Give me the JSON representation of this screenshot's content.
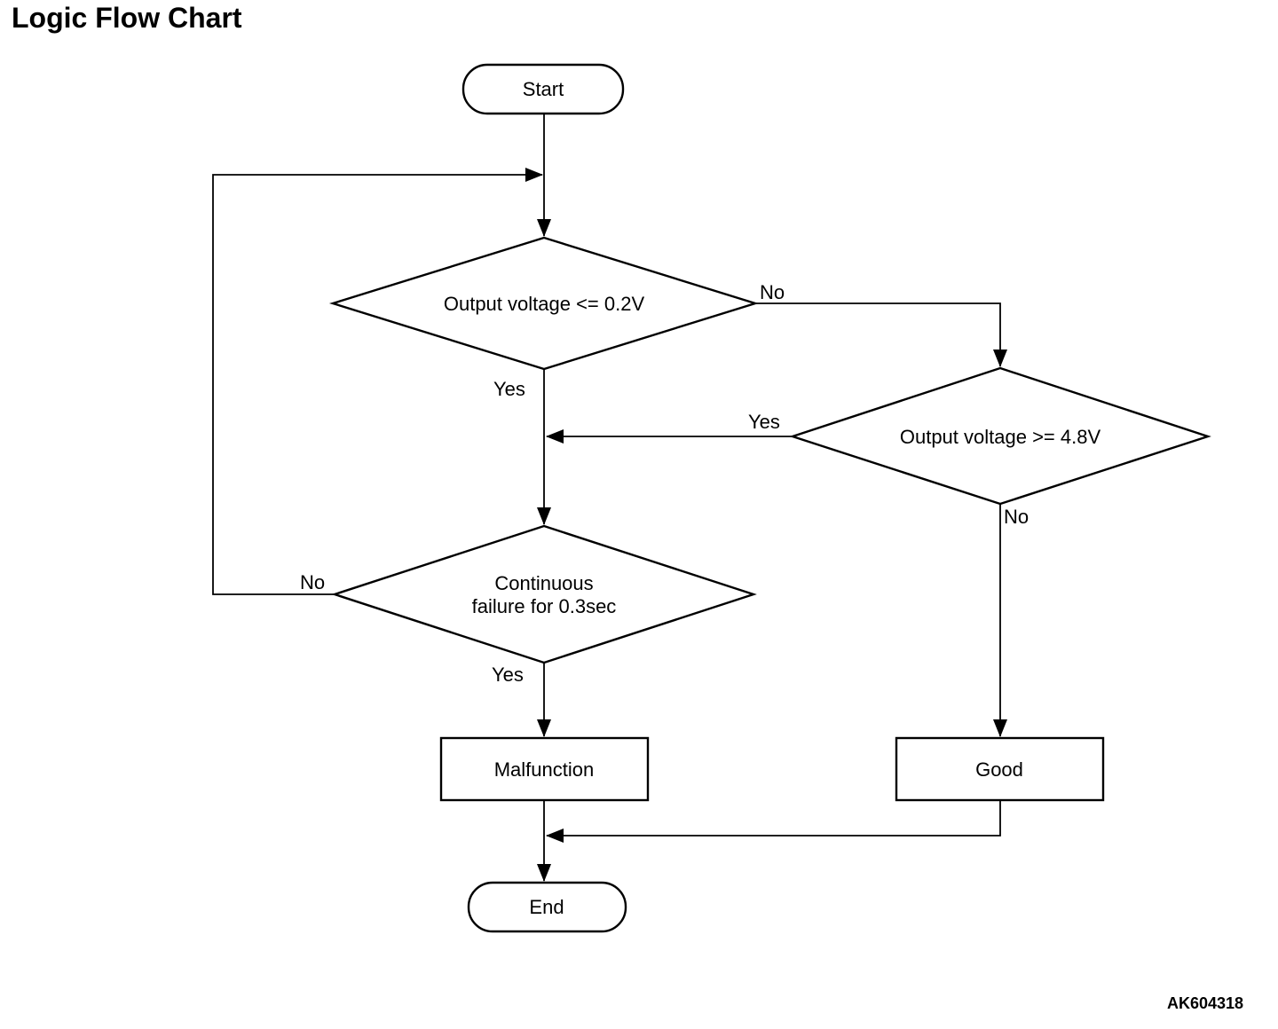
{
  "page": {
    "title": "Logic Flow Chart",
    "figure_code": "AK604318",
    "background_color": "#ffffff",
    "line_color": "#000000",
    "text_color": "#000000"
  },
  "flowchart": {
    "nodes": {
      "start": {
        "type": "terminator",
        "label": "Start"
      },
      "check_output_low": {
        "type": "decision",
        "label": "Output voltage <= 0.2V"
      },
      "check_output_high": {
        "type": "decision",
        "label": "Output voltage >= 4.8V"
      },
      "check_continuous": {
        "type": "decision",
        "label_line1": "Continuous",
        "label_line2": "failure for 0.3sec"
      },
      "malfunction": {
        "type": "process",
        "label": "Malfunction"
      },
      "good": {
        "type": "process",
        "label": "Good"
      },
      "end": {
        "type": "terminator",
        "label": "End"
      }
    },
    "edge_labels": {
      "output_low_no": "No",
      "output_low_yes": "Yes",
      "output_high_yes": "Yes",
      "output_high_no": "No",
      "continuous_no": "No",
      "continuous_yes": "Yes"
    }
  }
}
